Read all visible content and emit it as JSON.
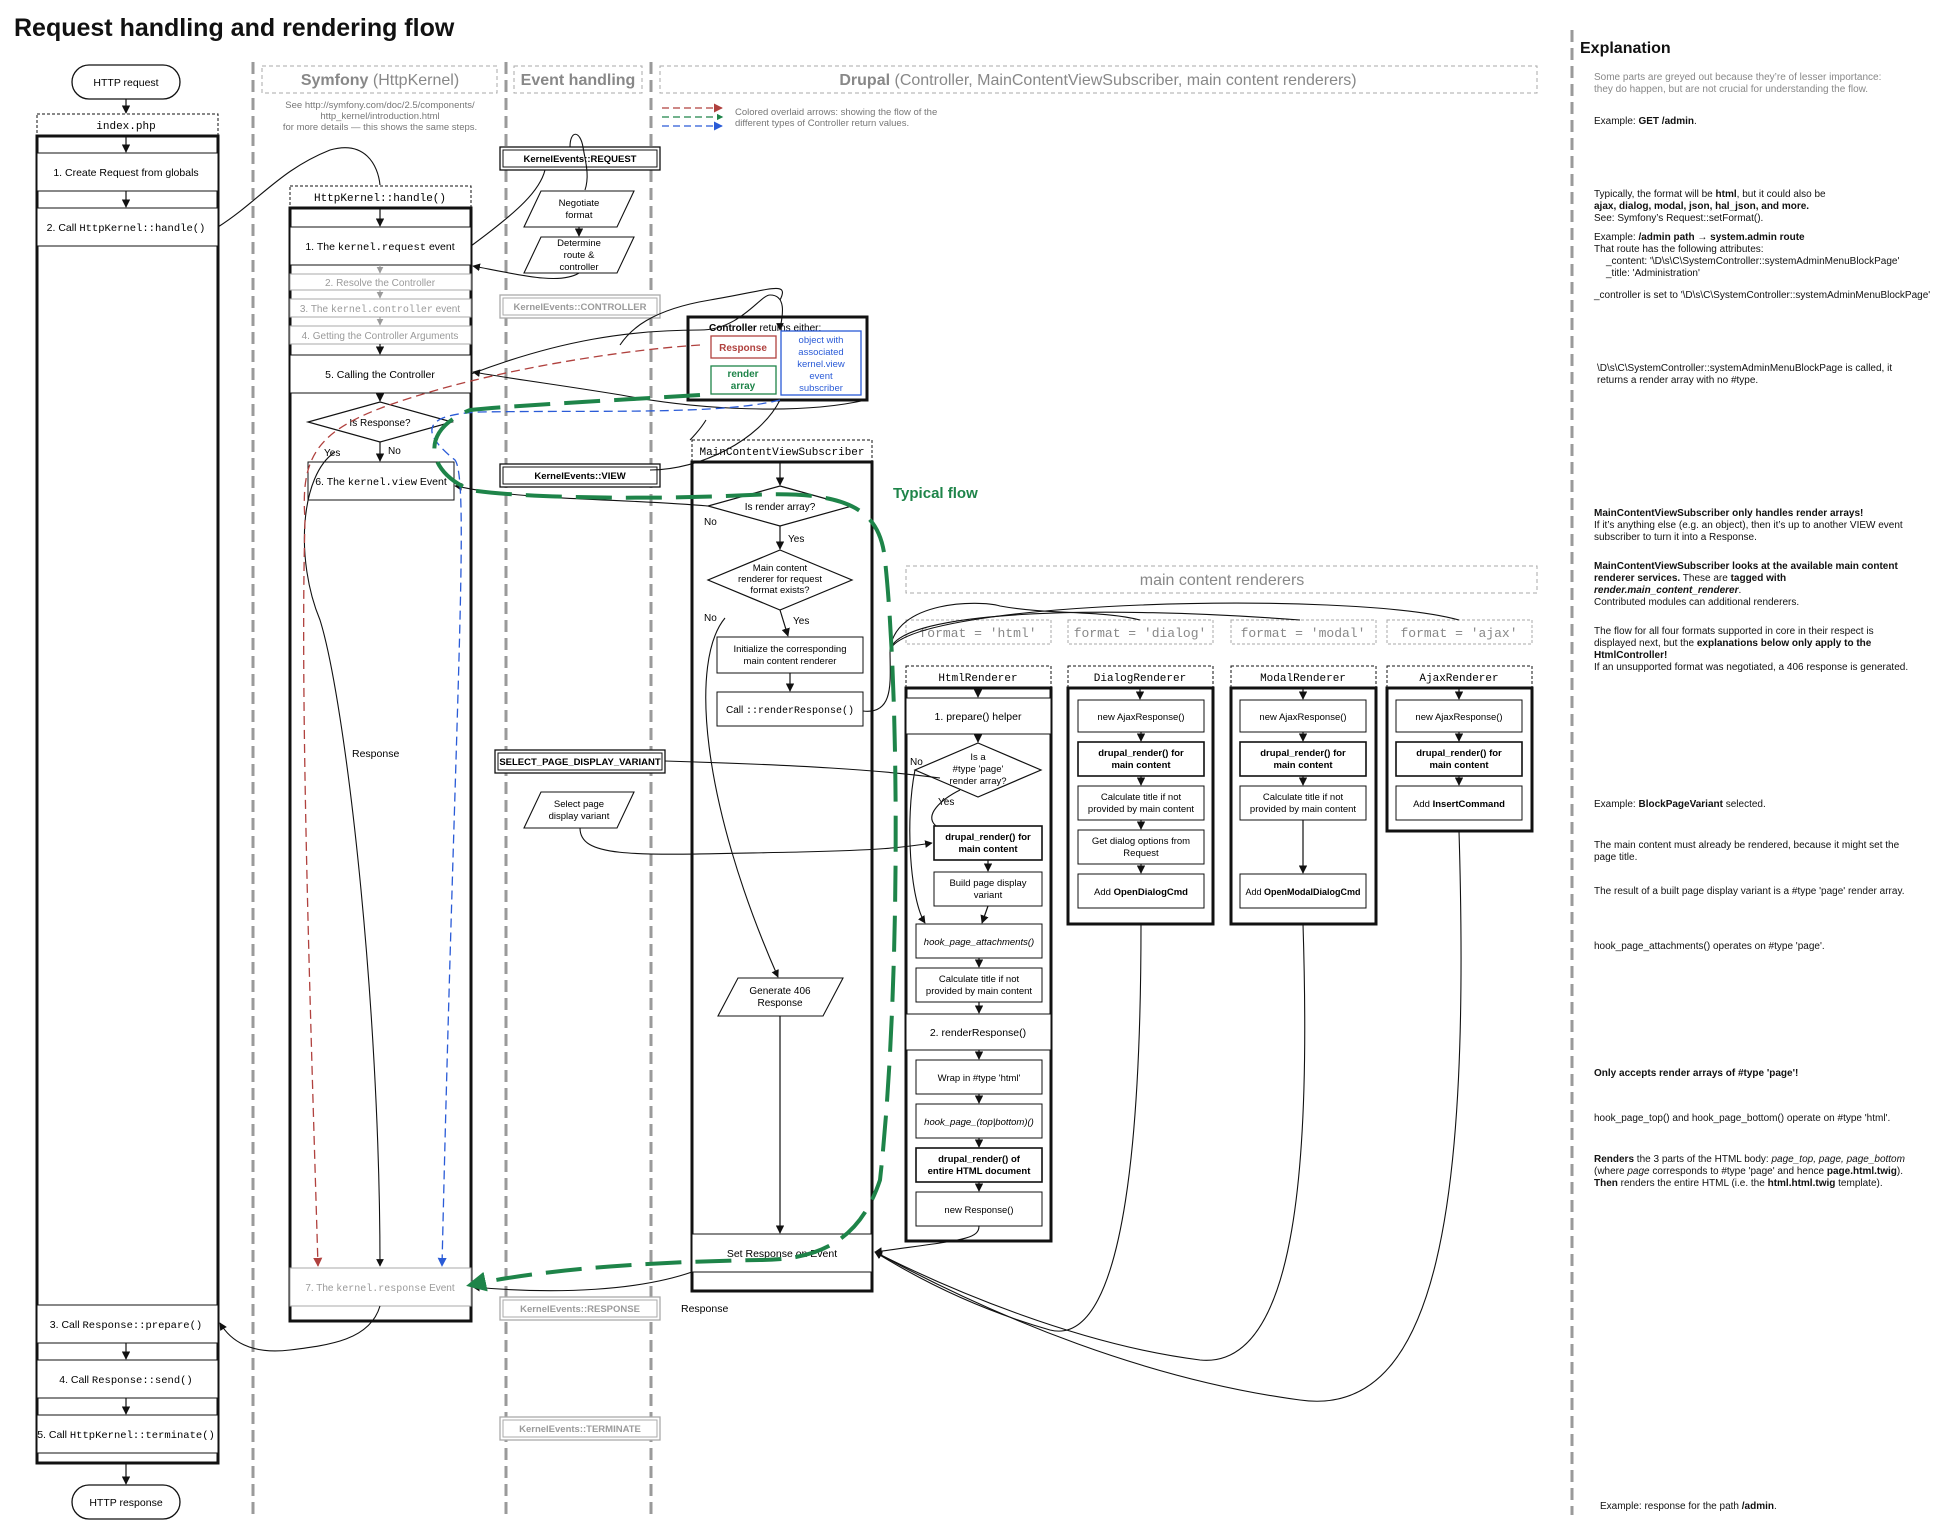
{
  "title": "Request handling and rendering flow",
  "lanes": {
    "symfony_bold": "Symfony",
    "symfony_rest": "(HttpKernel)",
    "event_handling": "Event handling",
    "drupal_bold": "Drupal",
    "drupal_rest": "(Controller, MainContentViewSubscriber, main content renderers)",
    "symfony_note": [
      "See http://symfony.com/doc/2.5/components/",
      "http_kernel/introduction.html",
      "for more details — this shows the same steps."
    ],
    "legend_note": [
      "Colored overlaid arrows: showing the flow of the",
      "different types of Controller return values."
    ]
  },
  "index": {
    "start": "HTTP request",
    "header": "index.php",
    "step1": "1. Create Request from globals",
    "step2_a": "2. Call ",
    "step2_b": "HttpKernel::handle()",
    "step3_a": "3. Call ",
    "step3_b": "Response::prepare()",
    "step4_a": "4. Call ",
    "step4_b": "Response::send()",
    "step5_a": "5. Call ",
    "step5_b": "HttpKernel::terminate()",
    "end": "HTTP response"
  },
  "kernel": {
    "header": "HttpKernel::handle()",
    "s1_a": "1. The ",
    "s1_b": "kernel.request",
    "s1_c": " event",
    "s2": "2. Resolve the Controller",
    "s3_a": "3. The ",
    "s3_b": "kernel.controller",
    "s3_c": " event",
    "s4": "4. Getting the Controller Arguments",
    "s5": "5. Calling the Controller",
    "decision": "Is Response?",
    "yes": "Yes",
    "no": "No",
    "s6_a": "6. The ",
    "s6_b": "kernel.view",
    "s6_c": " Event",
    "response_label": "Response",
    "s7_a": "7. The ",
    "s7_b": "kernel.response",
    "s7_c": " Event"
  },
  "events": {
    "request": "KernelEvents::REQUEST",
    "negotiate": [
      "Negotiate",
      "format"
    ],
    "determine": [
      "Determine",
      "route &",
      "controller"
    ],
    "controller": "KernelEvents::CONTROLLER",
    "view": "KernelEvents::VIEW",
    "select_variant": "SELECT_PAGE_DISPLAY_VARIANT",
    "select_page": [
      "Select page",
      "display variant"
    ],
    "response": "KernelEvents::RESPONSE",
    "terminate": "KernelEvents::TERMINATE"
  },
  "drupal": {
    "controller_title_bold": "Controller",
    "controller_title_rest": " returns either:",
    "opt_response": "Response",
    "opt_render": [
      "render",
      "array"
    ],
    "opt_object": [
      "object with",
      "associated",
      "kernel.view",
      "event",
      "subscriber"
    ],
    "mcvs_header": "MainContentViewSubscriber",
    "is_render_array": "Is render array?",
    "no": "No",
    "yes": "Yes",
    "renderer_exists": [
      "Main content",
      "renderer for request",
      "format exists?"
    ],
    "init_renderer": [
      "Initialize the corresponding",
      "main content renderer"
    ],
    "call_render_a": "Call ",
    "call_render_b": "::renderResponse()",
    "generate406": [
      "Generate 406",
      "Response"
    ],
    "set_response": "Set Response on Event",
    "response_label": "Response",
    "typical_flow": "Typical flow"
  },
  "renderers": {
    "title": "main content renderers",
    "formats": [
      "format = 'html'",
      "format = 'dialog'",
      "format = 'modal'",
      "format = 'ajax'"
    ],
    "html": {
      "header": "HtmlRenderer",
      "prepare": "1. prepare() helper",
      "is_page": [
        "Is a",
        "#type 'page'",
        "render array?"
      ],
      "no": "No",
      "yes": "Yes",
      "drupal_render": [
        "drupal_render() for",
        "main content"
      ],
      "build_variant": [
        "Build page display",
        "variant"
      ],
      "hook_attach": "hook_page_attachments()",
      "calc_title": [
        "Calculate title if not",
        "provided by main content"
      ],
      "render_response": "2. renderResponse()",
      "wrap": "Wrap in #type 'html'",
      "hook_top": "hook_page_(top|bottom)()",
      "drupal_render_entire": [
        "drupal_render() of",
        "entire HTML document"
      ],
      "new_response": "new Response()"
    },
    "dialog": {
      "header": "DialogRenderer",
      "new_ajax": "new AjaxResponse()",
      "drupal_render": [
        "drupal_render() for",
        "main content"
      ],
      "calc_title": [
        "Calculate title if not",
        "provided by main content"
      ],
      "dialog_opts": [
        "Get dialog options from",
        "Request"
      ],
      "add_cmd_a": "Add ",
      "add_cmd_b": "OpenDialogCmd"
    },
    "modal": {
      "header": "ModalRenderer",
      "new_ajax": "new AjaxResponse()",
      "drupal_render": [
        "drupal_render() for",
        "main content"
      ],
      "calc_title": [
        "Calculate title if not",
        "provided by main content"
      ],
      "add_cmd_a": "Add ",
      "add_cmd_b": "OpenModalDialogCmd"
    },
    "ajax": {
      "header": "AjaxRenderer",
      "new_ajax": "new AjaxResponse()",
      "drupal_render": [
        "drupal_render() for",
        "main content"
      ],
      "add_cmd_a": "Add ",
      "add_cmd_b": "InsertCommand"
    }
  },
  "explanation": {
    "heading": "Explanation",
    "greyed": [
      "Some parts are greyed out because they’re of lesser importance:",
      "they do happen, but are not crucial for understanding the flow."
    ],
    "example_get_a": "Example: ",
    "example_get_b": "GET /admin",
    "example_get_c": ".",
    "format_1a": "Typically, the format will be ",
    "format_1b": "html",
    "format_1c": ", but it could also be",
    "format_2": "ajax, dialog, modal, json, hal_json, and more.",
    "format_3": "See: Symfony’s Request::setFormat().",
    "route_1a": "Example: ",
    "route_1b": "/admin path → system.admin route",
    "route_2": "That route has the following attributes:",
    "route_3": "_content: '\\D\\s\\C\\SystemController::systemAdminMenuBlockPage'",
    "route_4": "_title: 'Administration'",
    "controller_set": "_controller is set to '\\D\\s\\C\\SystemController::systemAdminMenuBlockPage'",
    "called_1": "\\D\\s\\C\\SystemController::systemAdminMenuBlockPage is called, it",
    "called_2": "returns a render array with no #type.",
    "mcvs_1": "MainContentViewSubscriber only handles render arrays!",
    "mcvs_2": "If it’s anything else (e.g. an object), then it’s up to another VIEW event",
    "mcvs_3": "subscriber to turn it into a Response.",
    "looks_1": "MainContentViewSubscriber looks at the available main content",
    "looks_2a": "renderer services.",
    "looks_2b": " These are ",
    "looks_2c": "tagged with ",
    "looks_2d": "render.main_content_renderer",
    "looks_2e": ".",
    "looks_3": "Contributed modules  can additional renderers.",
    "four_1": "The flow for all four formats supported in core in their respect is",
    "four_2a": "displayed next, but the ",
    "four_2b": "explanations below only apply to the",
    "four_3": "HtmlController!",
    "four_4": "If an unsupported format was negotiated, a 406 response is generated.",
    "block_a": "Example: ",
    "block_b": "BlockPageVariant",
    "block_c": " selected.",
    "rendered_1": "The main content must already be rendered, because it might set the",
    "rendered_2": "page title.",
    "built_variant": "The result of a built page display variant is a #type 'page' render array.",
    "attachments": "hook_page_attachments() operates on #type 'page'.",
    "only_accepts": "Only accepts render arrays of #type 'page'!",
    "top_bottom": "hook_page_top() and hook_page_bottom() operate on #type 'html'.",
    "renders_1a": "Renders",
    "renders_1b": " the 3 parts of the HTML body: ",
    "renders_1c": "page_top, page, page_bottom",
    "renders_2a": "(where ",
    "renders_2b": "page",
    "renders_2c": " corresponds to #type 'page' and hence ",
    "renders_2d": "page.html.twig",
    "renders_2e": ").",
    "renders_3a": "Then",
    "renders_3b": " renders the entire HTML (i.e. the ",
    "renders_3c": "html.html.twig",
    "renders_3d": " template).",
    "final_a": "Example: response for the path ",
    "final_b": "/admin",
    "final_c": "."
  },
  "colors": {
    "red_flow": "#b0413e",
    "green_flow": "#1e8449",
    "blue_flow": "#2a5bd7",
    "grey_text": "#9a9a9a"
  }
}
